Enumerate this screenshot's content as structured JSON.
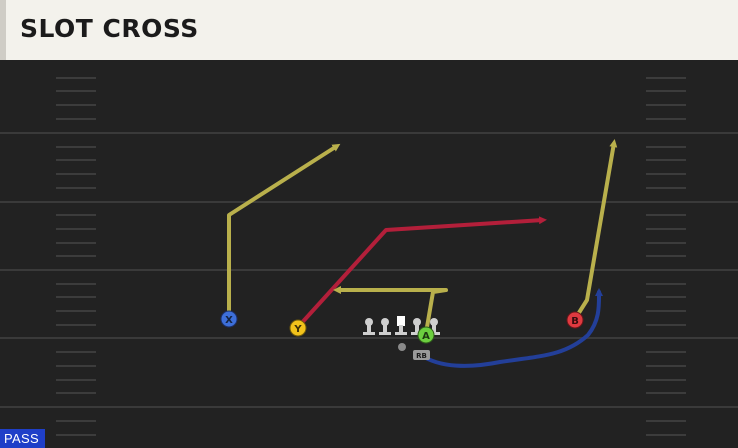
{
  "play": {
    "title": "SLOT CROSS",
    "type_badge": "PASS"
  },
  "receivers": [
    {
      "label": "X",
      "color": "#3d6fd9"
    },
    {
      "label": "Y",
      "color": "#f2c21b"
    },
    {
      "label": "A",
      "color": "#6ccf3f"
    },
    {
      "label": "B",
      "color": "#e03a40"
    }
  ],
  "backfield": {
    "rb_label": "RB"
  },
  "route_colors": {
    "yellow": "#b9b04c",
    "red": "#b31f3a",
    "blue": "#233f99"
  }
}
